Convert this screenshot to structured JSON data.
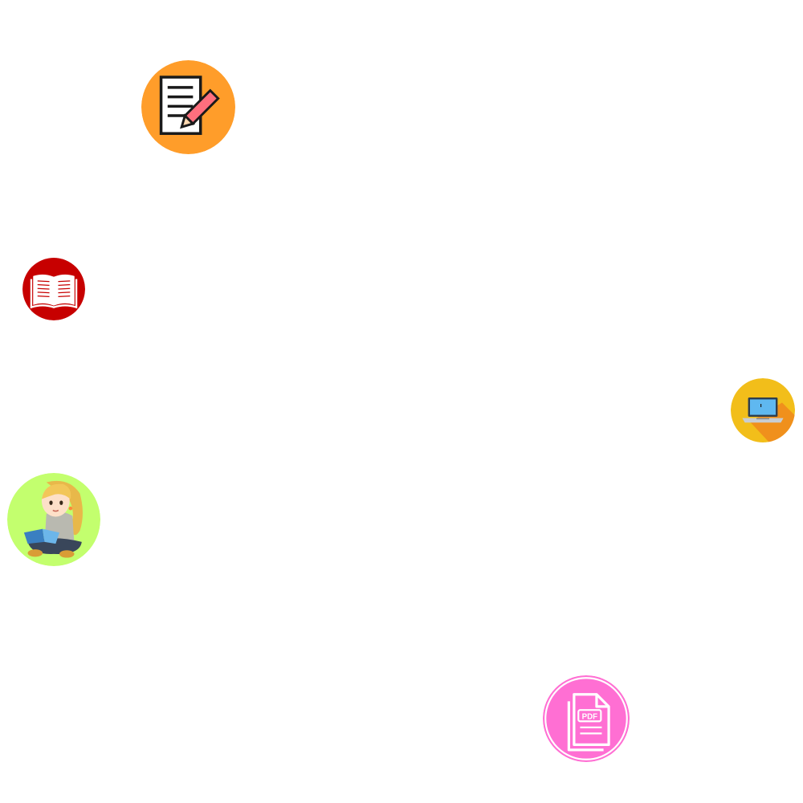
{
  "icons": [
    {
      "id": "notes",
      "name": "edit-document-icon",
      "bg": "#ff9d2a"
    },
    {
      "id": "book",
      "name": "open-book-icon",
      "bg": "#c70000"
    },
    {
      "id": "laptop",
      "name": "laptop-icon",
      "bg": "#f2be1a"
    },
    {
      "id": "reader",
      "name": "girl-reading-icon",
      "bg": "#c3ff6e"
    },
    {
      "id": "pdf",
      "name": "pdf-file-icon",
      "bg": "#ff6fd3",
      "label": "PDF"
    }
  ]
}
